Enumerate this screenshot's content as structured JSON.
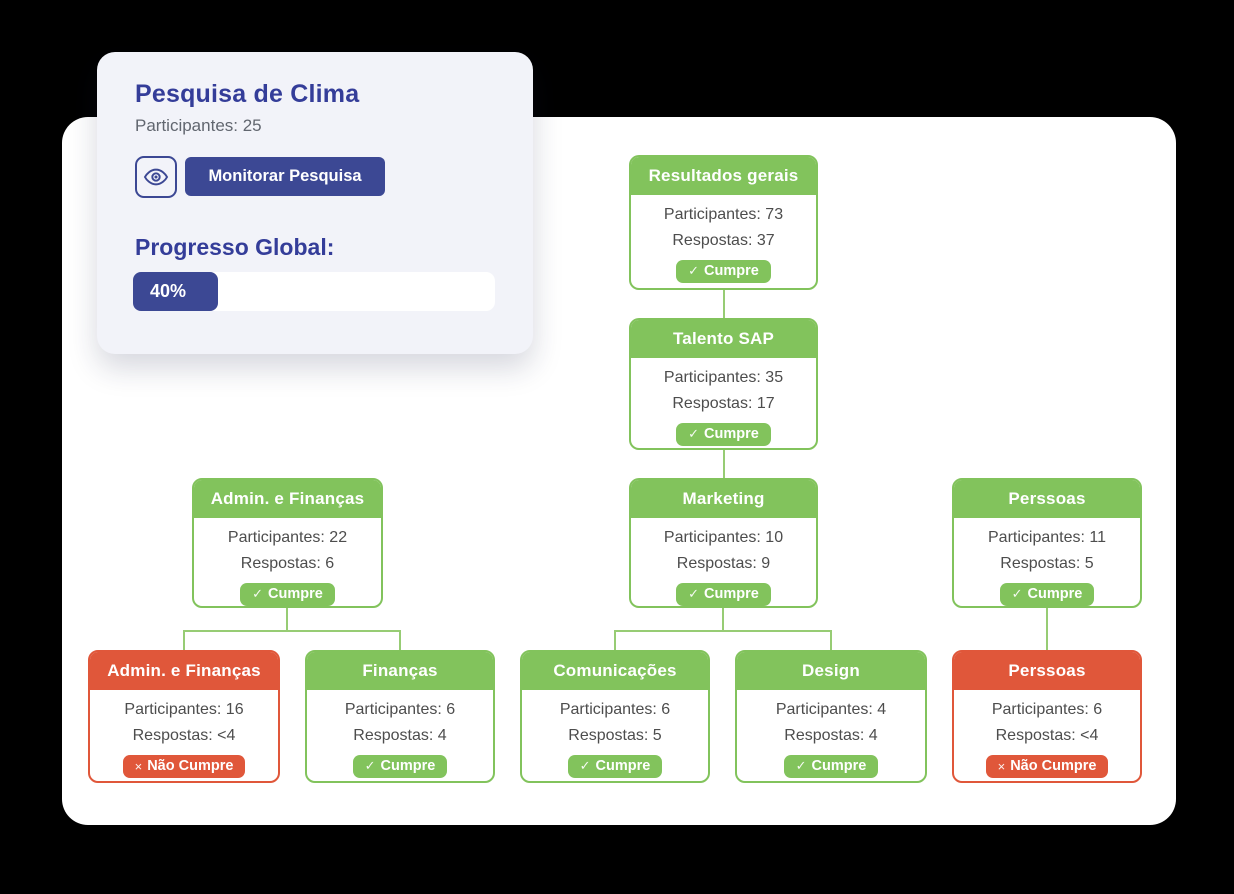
{
  "colors": {
    "green": "#82C35C",
    "connector_green": "#97CC74",
    "orange": "#E0573A",
    "indigo": "#3C4894",
    "title_indigo": "#343D99",
    "card_background": "#F2F3F9"
  },
  "survey_card": {
    "title": "Pesquisa de Clima",
    "participants": "Participantes: 25",
    "monitor_button": "Monitorar Pesquisa",
    "progress_label": "Progresso Global:",
    "progress_value": "40%"
  },
  "tree": {
    "nodes": [
      {
        "title": "Resultados gerais",
        "participants": "Participantes: 73",
        "responses": "Respostas: 37",
        "status": "cumpre",
        "badge": {
          "icon": "✓",
          "label": "Cumpre"
        }
      },
      {
        "title": "Talento SAP",
        "participants": "Participantes: 35",
        "responses": "Respostas: 17",
        "status": "cumpre",
        "badge": {
          "icon": "✓",
          "label": "Cumpre"
        }
      },
      {
        "title": "Admin. e Finanças",
        "participants": "Participantes: 22",
        "responses": "Respostas: 6",
        "status": "cumpre",
        "badge": {
          "icon": "✓",
          "label": "Cumpre"
        }
      },
      {
        "title": "Marketing",
        "participants": "Participantes: 10",
        "responses": "Respostas: 9",
        "status": "cumpre",
        "badge": {
          "icon": "✓",
          "label": "Cumpre"
        }
      },
      {
        "title": "Perssoas",
        "participants": "Participantes: 11",
        "responses": "Respostas: 5",
        "status": "cumpre",
        "badge": {
          "icon": "✓",
          "label": "Cumpre"
        }
      },
      {
        "title": "Admin. e Finanças",
        "participants": "Participantes: 16",
        "responses": "Respostas: <4",
        "status": "nao_cumpre",
        "badge": {
          "icon": "×",
          "label": "Não Cumpre"
        }
      },
      {
        "title": "Finanças",
        "participants": "Participantes: 6",
        "responses": "Respostas: 4",
        "status": "cumpre",
        "badge": {
          "icon": "✓",
          "label": "Cumpre"
        }
      },
      {
        "title": "Comunicações",
        "participants": "Participantes: 6",
        "responses": "Respostas: 5",
        "status": "cumpre",
        "badge": {
          "icon": "✓",
          "label": "Cumpre"
        }
      },
      {
        "title": "Design",
        "participants": "Participantes: 4",
        "responses": "Respostas: 4",
        "status": "cumpre",
        "badge": {
          "icon": "✓",
          "label": "Cumpre"
        }
      },
      {
        "title": "Perssoas",
        "participants": "Participantes: 6",
        "responses": "Respostas: <4",
        "status": "nao_cumpre",
        "badge": {
          "icon": "×",
          "label": "Não Cumpre"
        }
      }
    ]
  }
}
